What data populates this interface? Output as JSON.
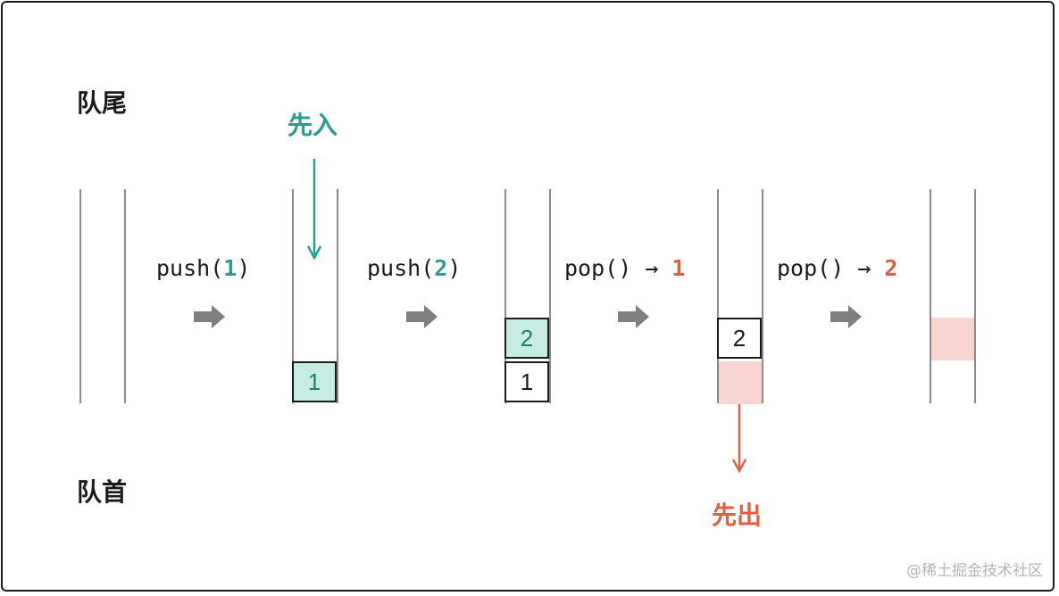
{
  "labels": {
    "tail": "队尾",
    "head": "队首",
    "first_in": "先入",
    "first_out": "先出"
  },
  "operations": [
    {
      "name": "push(",
      "arg": "1",
      "close": ")"
    },
    {
      "name": "push(",
      "arg": "2",
      "close": ")"
    },
    {
      "name": "pop() →",
      "result": "1"
    },
    {
      "name": "pop() →",
      "result": "2"
    }
  ],
  "stages": [
    {
      "cells": []
    },
    {
      "cells": [
        "1"
      ]
    },
    {
      "cells": [
        "2",
        "1"
      ]
    },
    {
      "cells": [
        "2"
      ]
    },
    {
      "cells": []
    }
  ],
  "watermark": "@稀土掘金技术社区",
  "colors": {
    "push_accent": "#2a9d8f",
    "pop_accent": "#e15f41",
    "new_cell_fill": "#c7ece4",
    "removed_fill": "#f8d5d0",
    "step_arrow": "#7f7f7f"
  }
}
